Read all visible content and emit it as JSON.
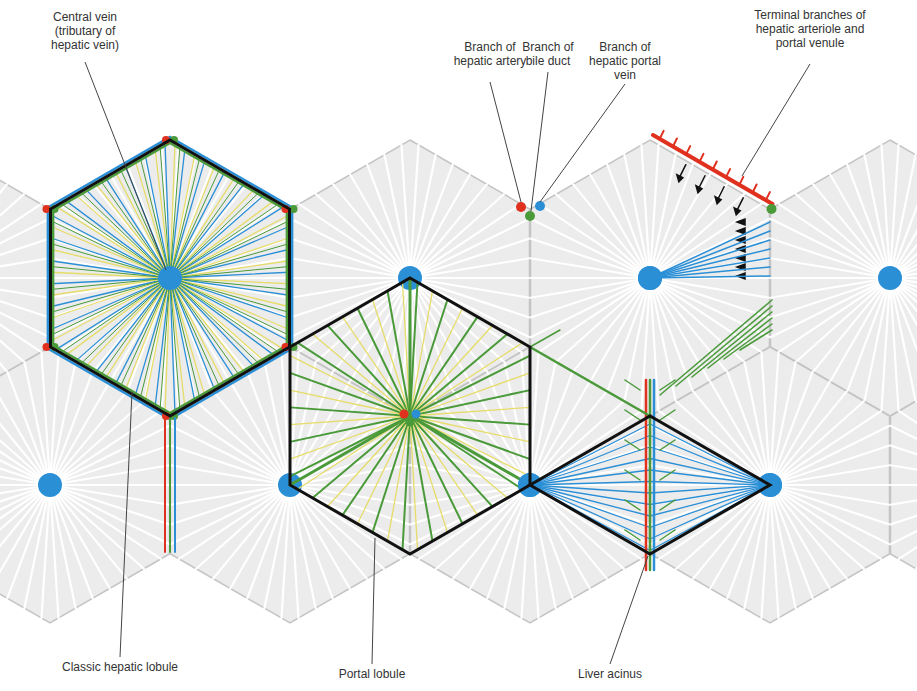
{
  "diagram": {
    "labels": [
      "Central vein (tributary of hepatic vein)",
      "Branch of hepatic artery",
      "Branch of bile duct",
      "Branch of hepatic portal vein",
      "Terminal branches of hepatic arteriole and portal venule",
      "Classic hepatic lobule",
      "Portal lobule",
      "Liver acinus"
    ]
  }
}
